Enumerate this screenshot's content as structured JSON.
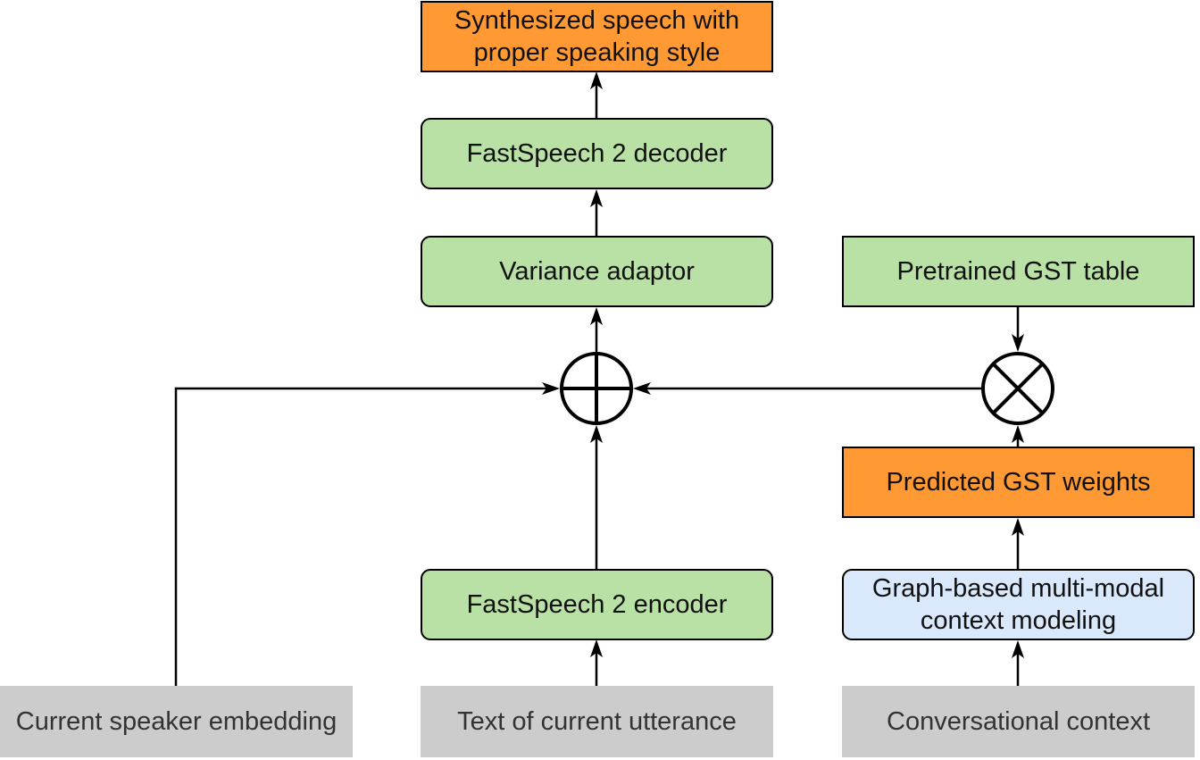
{
  "nodes": {
    "output": {
      "label": "Synthesized speech with\nproper speaking style"
    },
    "decoder": {
      "label": "FastSpeech 2 decoder"
    },
    "variance_adaptor": {
      "label": "Variance adaptor"
    },
    "gst_table": {
      "label": "Pretrained GST table"
    },
    "gst_weights": {
      "label": "Predicted GST weights"
    },
    "context_model": {
      "label": "Graph-based multi-modal\ncontext modeling"
    },
    "encoder": {
      "label": "FastSpeech 2 encoder"
    },
    "speaker_embedding": {
      "label": "Current speaker embedding"
    },
    "text_input": {
      "label": "Text of current utterance"
    },
    "conv_context": {
      "label": "Conversational context"
    }
  },
  "operators": {
    "add": {
      "symbol": "plus-circle-icon"
    },
    "multiply": {
      "symbol": "times-circle-icon"
    }
  },
  "colors": {
    "green": "#b9e0a5",
    "orange": "#ff9933",
    "blue": "#dae8fc",
    "gray": "#cccccc",
    "stroke": "#000000"
  }
}
